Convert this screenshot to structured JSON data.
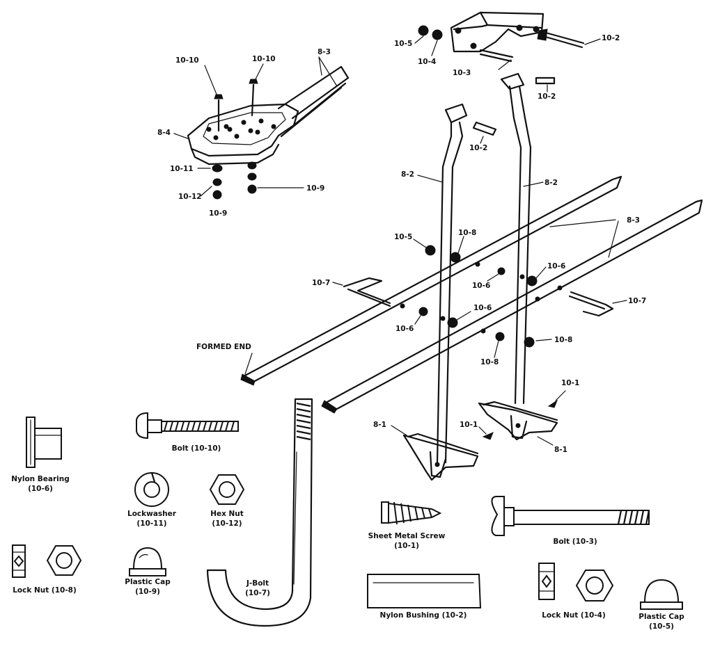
{
  "labels": {
    "l_10_5_top": "10-5",
    "l_10_4_top": "10-4",
    "l_10_3_top": "10-3",
    "l_10_2_top": "10-2",
    "l_10_2_b": "10-2",
    "l_10_2_c": "10-2",
    "l_10_10_a": "10-10",
    "l_10_10_b": "10-10",
    "l_8_3_seat": "8-3",
    "l_8_4": "8-4",
    "l_10_11": "10-11",
    "l_10_12": "10-12",
    "l_10_9_a": "10-9",
    "l_10_9_b": "10-9",
    "l_8_2_left": "8-2",
    "l_8_2_right": "8-2",
    "l_8_3_right": "8-3",
    "l_10_5_mid": "10-5",
    "l_10_8_a": "10-8",
    "l_10_6_a": "10-6",
    "l_10_6_b": "10-6",
    "l_10_7_left": "10-7",
    "l_10_7_right": "10-7",
    "l_10_6_c": "10-6",
    "l_10_6_d": "10-6",
    "l_10_8_b": "10-8",
    "l_10_8_c": "10-8",
    "l_formed_end": "FORMED END",
    "l_10_1_a": "10-1",
    "l_10_1_b": "10-1",
    "l_8_1_left": "8-1",
    "l_8_1_right": "8-1"
  },
  "captions": {
    "nylon_bearing_1": "Nylon Bearing",
    "nylon_bearing_2": "(10-6)",
    "bolt_10_10": "Bolt (10-10)",
    "lockwasher_1": "Lockwasher",
    "lockwasher_2": "(10-11)",
    "hex_nut_1": "Hex Nut",
    "hex_nut_2": "(10-12)",
    "lock_nut_10_8": "Lock Nut (10-8)",
    "plastic_cap_left_1": "Plastic Cap",
    "plastic_cap_left_2": "(10-9)",
    "j_bolt_1": "J-Bolt",
    "j_bolt_2": "(10-7)",
    "sheet_metal_screw_1": "Sheet Metal Screw",
    "sheet_metal_screw_2": "(10-1)",
    "bolt_10_3": "Bolt (10-3)",
    "nylon_bushing": "Nylon Bushing (10-2)",
    "lock_nut_10_4": "Lock Nut (10-4)",
    "plastic_cap_right_1": "Plastic Cap",
    "plastic_cap_right_2": "(10-5)"
  }
}
